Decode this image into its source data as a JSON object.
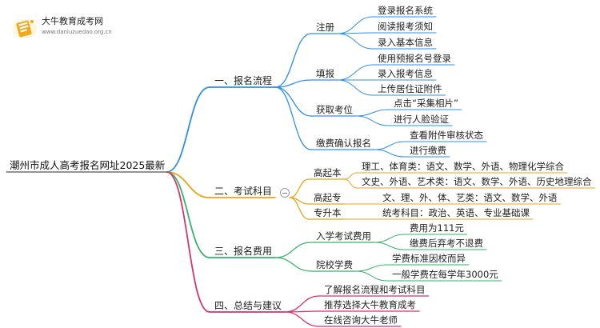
{
  "logo": {
    "name": "大牛教育成考网",
    "url": "www.daniuzuedao.org.cn"
  },
  "root": "潮州市成人高考报名网址2025最新",
  "colors": {
    "blue": "#2f8fe6",
    "orange": "#e9a319",
    "green": "#36b36c",
    "pink": "#d6326e",
    "logo": "#f0a81e"
  },
  "branches": [
    {
      "label": "一、报名流程",
      "children": [
        {
          "label": "注册",
          "children": [
            "登录报名系统",
            "阅读报考须知",
            "录入基本信息"
          ]
        },
        {
          "label": "填报",
          "children": [
            "使用预报名号登录",
            "录入报考信息",
            "上传居住证附件"
          ]
        },
        {
          "label": "获取考位",
          "children": [
            "点击“采集相片”",
            "进行人脸验证"
          ]
        },
        {
          "label": "缴费确认报名",
          "children": [
            "查看附件审核状态",
            "进行缴费"
          ]
        }
      ]
    },
    {
      "label": "二、考试科目",
      "children": [
        {
          "label": "高起本",
          "children": [
            "理工、体育类：语文、数学、外语、物理化学综合",
            "文史、外语、艺术类：语文、数学、外语、历史地理综合"
          ]
        },
        {
          "label": "高起专",
          "children": [
            "文、理、外、体、艺类：语文、数学、外语"
          ]
        },
        {
          "label": "专升本",
          "children": [
            "统考科目：政治、英语、专业基础课"
          ]
        }
      ]
    },
    {
      "label": "三、报名费用",
      "children": [
        {
          "label": "入学考试费用",
          "children": [
            "费用为111元",
            "缴费后弃考不退费"
          ]
        },
        {
          "label": "院校学费",
          "children": [
            "学费标准因校而异",
            "一般学费在每学年3000元"
          ]
        }
      ]
    },
    {
      "label": "四、总结与建议",
      "children": [
        "了解报名流程和考试科目",
        "推荐选择大牛教育成考",
        "在线咨询大牛老师"
      ]
    }
  ]
}
